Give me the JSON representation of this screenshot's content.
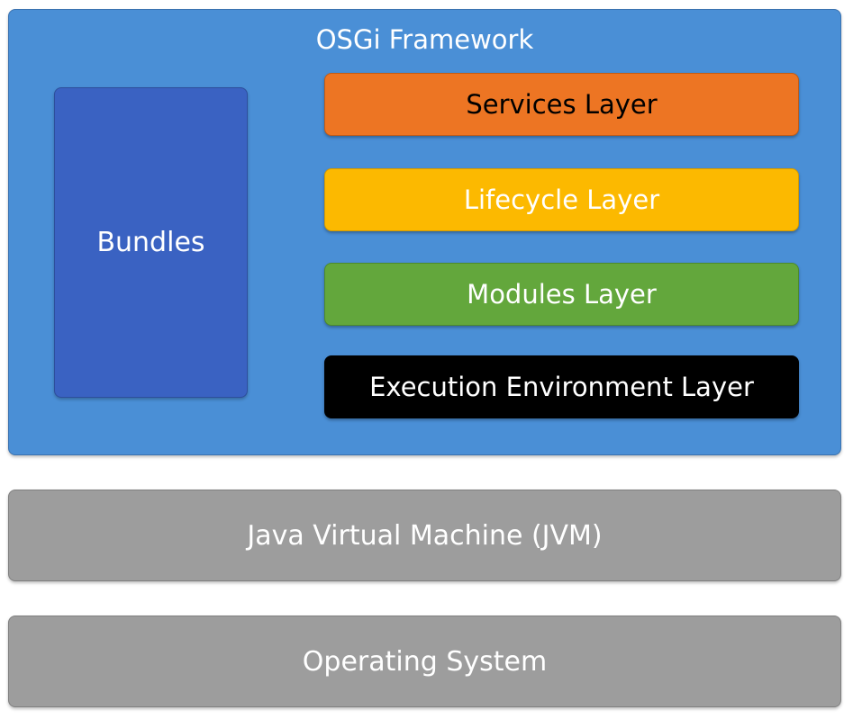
{
  "framework": {
    "title": "OSGi Framework",
    "bundles_label": "Bundles",
    "layers": {
      "services": "Services Layer",
      "lifecycle": "Lifecycle Layer",
      "modules": "Modules Layer",
      "execution": "Execution Environment Layer"
    }
  },
  "platform": {
    "jvm": "Java Virtual Machine (JVM)",
    "os": "Operating System"
  },
  "colors": {
    "framework": "#4a8fd6",
    "bundles": "#3a62c2",
    "services": "#ed7523",
    "lifecycle": "#fcb900",
    "modules": "#63a73c",
    "execution": "#000000",
    "platform": "#9d9d9d"
  }
}
